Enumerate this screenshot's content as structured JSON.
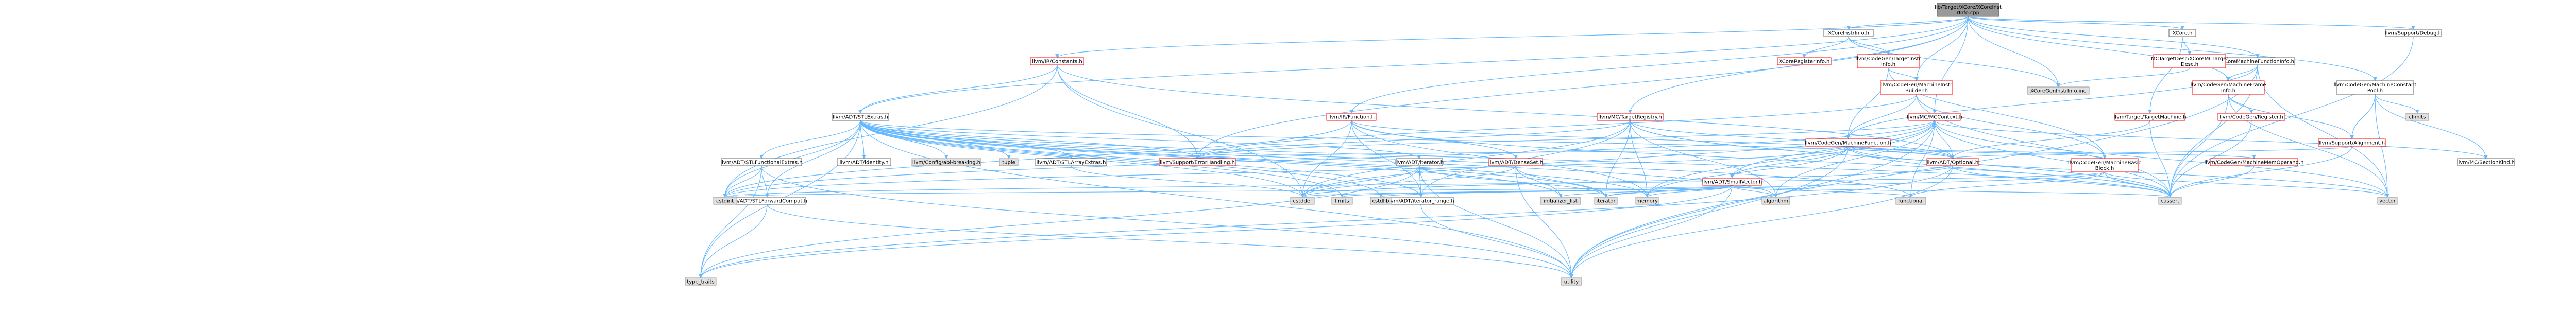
{
  "graph": {
    "colors": {
      "edge": "#63b8ff",
      "focus": "#999999",
      "system": "#e0e0e0",
      "header_border": "#666666",
      "incomplete_border": "#ff0000"
    },
    "nodes": {
      "root": {
        "lines": [
          "lib/Target/XCore/XCoreInst",
          "rInfo.cpp"
        ],
        "kind": "focus"
      },
      "xcoreinstrinfo_h": {
        "lines": [
          "XCoreInstrInfo.h"
        ],
        "kind": "hdr"
      },
      "xcore_h": {
        "lines": [
          "XCore.h"
        ],
        "kind": "hdr"
      },
      "xcoremfi_h": {
        "lines": [
          "XCoreMachineFunctionInfo.h"
        ],
        "kind": "hdr"
      },
      "debug_h": {
        "lines": [
          "llvm/Support/Debug.h"
        ],
        "kind": "hdr"
      },
      "xcoreregisterinfo_h": {
        "lines": [
          "XCoreRegisterInfo.h"
        ],
        "kind": "red"
      },
      "targetinstrinfo_h": {
        "lines": [
          "llvm/CodeGen/TargetInstr",
          "Info.h"
        ],
        "kind": "red"
      },
      "xcoretargetdesc_h": {
        "lines": [
          "MCTargetDesc/XCoreMCTarget",
          "Desc.h"
        ],
        "kind": "red"
      },
      "xcoregeninstrinfo_inc": {
        "lines": [
          "XCoreGenInstrInfo.inc"
        ],
        "kind": "sys"
      },
      "machineframeinfo_h": {
        "lines": [
          "llvm/CodeGen/MachineFrame",
          "Info.h"
        ],
        "kind": "red"
      },
      "machineconstantpool_h": {
        "lines": [
          "llvm/CodeGen/MachineConstant",
          "Pool.h"
        ],
        "kind": "hdr"
      },
      "ir_constants_h": {
        "lines": [
          "llvm/IR/Constants.h"
        ],
        "kind": "red"
      },
      "machineinstrbuilder_h": {
        "lines": [
          "llvm/CodeGen/MachineInstr",
          "Builder.h"
        ],
        "kind": "red"
      },
      "targetmachine_h": {
        "lines": [
          "llvm/Target/TargetMachine.h"
        ],
        "kind": "red"
      },
      "codegen_register_h": {
        "lines": [
          "llvm/CodeGen/Register.h"
        ],
        "kind": "red"
      },
      "climits": {
        "lines": [
          "climits"
        ],
        "kind": "sys"
      },
      "mc_mccontext_h": {
        "lines": [
          "llvm/MC/MCContext.h"
        ],
        "kind": "red"
      },
      "stlextras_h": {
        "lines": [
          "llvm/ADT/STLExtras.h"
        ],
        "kind": "hdr"
      },
      "ir_function_h": {
        "lines": [
          "llvm/IR/Function.h"
        ],
        "kind": "red"
      },
      "mc_targetregistry_h": {
        "lines": [
          "llvm/MC/TargetRegistry.h"
        ],
        "kind": "red"
      },
      "machinefunction_h": {
        "lines": [
          "llvm/CodeGen/MachineFunction.h"
        ],
        "kind": "red"
      },
      "support_alignment_h": {
        "lines": [
          "llvm/Support/Alignment.h"
        ],
        "kind": "red"
      },
      "mc_sectionkind_h": {
        "lines": [
          "llvm/MC/SectionKind.h"
        ],
        "kind": "hdr"
      },
      "stlfunctionalextras_h": {
        "lines": [
          "llvm/ADT/STLFunctionalExtras.h"
        ],
        "kind": "hdr"
      },
      "identity_h": {
        "lines": [
          "llvm/ADT/identity.h"
        ],
        "kind": "hdr"
      },
      "abi_breaking_h": {
        "lines": [
          "llvm/Config/abi-breaking.h"
        ],
        "kind": "sys"
      },
      "tuple": {
        "lines": [
          "tuple"
        ],
        "kind": "sys"
      },
      "stlarrayextras_h": {
        "lines": [
          "llvm/ADT/STLArrayExtras.h"
        ],
        "kind": "hdr"
      },
      "errorhandling_h": {
        "lines": [
          "llvm/Support/ErrorHandling.h"
        ],
        "kind": "red"
      },
      "iterator_h": {
        "lines": [
          "llvm/ADT/iterator.h"
        ],
        "kind": "hdr"
      },
      "densemap_h": {
        "lines": [
          "llvm/ADT/DenseSet.h"
        ],
        "kind": "red"
      },
      "smallvector_h": {
        "lines": [
          "llvm/ADT/SmallVector.h"
        ],
        "kind": "red"
      },
      "optional_h": {
        "lines": [
          "llvm/ADT/Optional.h"
        ],
        "kind": "red"
      },
      "machinebasicblock_h": {
        "lines": [
          "llvm/CodeGen/MachineBasic",
          "Block.h"
        ],
        "kind": "red"
      },
      "machinememoperand_h": {
        "lines": [
          "llvm/CodeGen/MachineMemOperand.h"
        ],
        "kind": "red"
      },
      "stlforwardcompat_h": {
        "lines": [
          "llvm/ADT/STLForwardCompat.h"
        ],
        "kind": "hdr"
      },
      "iterator_range_h": {
        "lines": [
          "llvm/ADT/iterator_range.h"
        ],
        "kind": "hdr"
      },
      "cstddef": {
        "lines": [
          "cstddef"
        ],
        "kind": "sys"
      },
      "limits": {
        "lines": [
          "limits"
        ],
        "kind": "sys"
      },
      "cstdlib": {
        "lines": [
          "cstdlib"
        ],
        "kind": "sys"
      },
      "initializer_list": {
        "lines": [
          "initializer_list"
        ],
        "kind": "sys"
      },
      "iterator": {
        "lines": [
          "iterator"
        ],
        "kind": "sys"
      },
      "memory": {
        "lines": [
          "memory"
        ],
        "kind": "sys"
      },
      "algorithm": {
        "lines": [
          "algorithm"
        ],
        "kind": "sys"
      },
      "functional": {
        "lines": [
          "functional"
        ],
        "kind": "sys"
      },
      "cassert": {
        "lines": [
          "cassert"
        ],
        "kind": "sys"
      },
      "vector": {
        "lines": [
          "vector"
        ],
        "kind": "sys"
      },
      "cstdint": {
        "lines": [
          "cstdint"
        ],
        "kind": "sys"
      },
      "type_traits": {
        "lines": [
          "type_traits"
        ],
        "kind": "sys"
      },
      "utility": {
        "lines": [
          "utility"
        ],
        "kind": "sys"
      }
    },
    "edges": [
      [
        "root",
        "xcoreinstrinfo_h"
      ],
      [
        "root",
        "xcore_h"
      ],
      [
        "root",
        "xcoremfi_h"
      ],
      [
        "root",
        "debug_h"
      ],
      [
        "root",
        "stlextras_h"
      ],
      [
        "root",
        "ir_constants_h"
      ],
      [
        "root",
        "ir_function_h"
      ],
      [
        "root",
        "machineframeinfo_h"
      ],
      [
        "root",
        "machineconstantpool_h"
      ],
      [
        "root",
        "machineinstrbuilder_h"
      ],
      [
        "root",
        "mc_mccontext_h"
      ],
      [
        "root",
        "mc_targetregistry_h"
      ],
      [
        "root",
        "errorhandling_h"
      ],
      [
        "root",
        "xcoregeninstrinfo_inc"
      ],
      [
        "xcoreinstrinfo_h",
        "xcoreregisterinfo_h"
      ],
      [
        "xcoreinstrinfo_h",
        "targetinstrinfo_h"
      ],
      [
        "xcoreinstrinfo_h",
        "xcoregeninstrinfo_inc"
      ],
      [
        "xcore_h",
        "xcoretargetdesc_h"
      ],
      [
        "xcore_h",
        "targetmachine_h"
      ],
      [
        "xcoremfi_h",
        "machineframeinfo_h"
      ],
      [
        "xcoremfi_h",
        "machinefunction_h"
      ],
      [
        "xcoremfi_h",
        "cassert"
      ],
      [
        "xcoremfi_h",
        "utility"
      ],
      [
        "xcoremfi_h",
        "vector"
      ],
      [
        "xcoretargetdesc_h",
        "xcoregeninstrinfo_inc"
      ],
      [
        "machineframeinfo_h",
        "codegen_register_h"
      ],
      [
        "machineframeinfo_h",
        "support_alignment_h"
      ],
      [
        "machineframeinfo_h",
        "cassert"
      ],
      [
        "machineframeinfo_h",
        "vector"
      ],
      [
        "machineconstantpool_h",
        "mc_sectionkind_h"
      ],
      [
        "machineconstantpool_h",
        "support_alignment_h"
      ],
      [
        "machineconstantpool_h",
        "climits"
      ],
      [
        "machineconstantpool_h",
        "vector"
      ],
      [
        "targetinstrinfo_h",
        "machineinstrbuilder_h"
      ],
      [
        "targetinstrinfo_h",
        "machinebasicblock_h"
      ],
      [
        "targetinstrinfo_h",
        "machinefunction_h"
      ],
      [
        "machineinstrbuilder_h",
        "machinefunction_h"
      ],
      [
        "machineinstrbuilder_h",
        "machinebasicblock_h"
      ],
      [
        "machineinstrbuilder_h",
        "errorhandling_h"
      ],
      [
        "machineinstrbuilder_h",
        "cassert"
      ],
      [
        "ir_constants_h",
        "stlextras_h"
      ],
      [
        "ir_constants_h",
        "errorhandling_h"
      ],
      [
        "ir_constants_h",
        "cstddef"
      ],
      [
        "ir_constants_h",
        "cstdint"
      ],
      [
        "ir_constants_h",
        "optional_h"
      ],
      [
        "mc_mccontext_h",
        "smallvector_h"
      ],
      [
        "mc_mccontext_h",
        "optional_h"
      ],
      [
        "mc_mccontext_h",
        "mc_sectionkind_h"
      ],
      [
        "mc_mccontext_h",
        "cassert"
      ],
      [
        "mc_mccontext_h",
        "cstddef"
      ],
      [
        "mc_mccontext_h",
        "cstdint"
      ],
      [
        "mc_mccontext_h",
        "functional"
      ],
      [
        "mc_mccontext_h",
        "memory"
      ],
      [
        "mc_mccontext_h",
        "utility"
      ],
      [
        "mc_mccontext_h",
        "vector"
      ],
      [
        "mc_mccontext_h",
        "algorithm"
      ],
      [
        "mc_mccontext_h",
        "errorhandling_h"
      ],
      [
        "ir_function_h",
        "densemap_h"
      ],
      [
        "ir_function_h",
        "iterator_range_h"
      ],
      [
        "ir_function_h",
        "cassert"
      ],
      [
        "ir_function_h",
        "cstddef"
      ],
      [
        "ir_function_h",
        "cstdint"
      ],
      [
        "ir_function_h",
        "memory"
      ],
      [
        "ir_function_h",
        "optional_h"
      ],
      [
        "mc_targetregistry_h",
        "iterator_range_h"
      ],
      [
        "mc_targetregistry_h",
        "optional_h"
      ],
      [
        "mc_targetregistry_h",
        "errorhandling_h"
      ],
      [
        "mc_targetregistry_h",
        "algorithm"
      ],
      [
        "mc_targetregistry_h",
        "cassert"
      ],
      [
        "mc_targetregistry_h",
        "cstddef"
      ],
      [
        "mc_targetregistry_h",
        "iterator"
      ],
      [
        "mc_targetregistry_h",
        "memory"
      ],
      [
        "mc_targetregistry_h",
        "string"
      ],
      [
        "machinefunction_h",
        "smallvector_h"
      ],
      [
        "machinefunction_h",
        "optional_h"
      ],
      [
        "machinefunction_h",
        "machinebasicblock_h"
      ],
      [
        "machinefunction_h",
        "machinememoperand_h"
      ],
      [
        "machinefunction_h",
        "errorhandling_h"
      ],
      [
        "machinefunction_h",
        "cassert"
      ],
      [
        "machinefunction_h",
        "cstdint"
      ],
      [
        "machinefunction_h",
        "memory"
      ],
      [
        "machinefunction_h",
        "utility"
      ],
      [
        "machinefunction_h",
        "vector"
      ],
      [
        "support_alignment_h",
        "cassert"
      ],
      [
        "support_alignment_h",
        "optional_h"
      ],
      [
        "stlextras_h",
        "stlfunctionalextras_h"
      ],
      [
        "stlextras_h",
        "identity_h"
      ],
      [
        "stlextras_h",
        "abi_breaking_h"
      ],
      [
        "stlextras_h",
        "tuple"
      ],
      [
        "stlextras_h",
        "stlarrayextras_h"
      ],
      [
        "stlextras_h",
        "errorhandling_h"
      ],
      [
        "stlextras_h",
        "iterator_h"
      ],
      [
        "stlextras_h",
        "stlforwardcompat_h"
      ],
      [
        "stlextras_h",
        "iterator_range_h"
      ],
      [
        "stlextras_h",
        "cstddef"
      ],
      [
        "stlextras_h",
        "limits"
      ],
      [
        "stlextras_h",
        "cstdlib"
      ],
      [
        "stlextras_h",
        "initializer_list"
      ],
      [
        "stlextras_h",
        "iterator"
      ],
      [
        "stlextras_h",
        "memory"
      ],
      [
        "stlextras_h",
        "algorithm"
      ],
      [
        "stlextras_h",
        "functional"
      ],
      [
        "stlextras_h",
        "cassert"
      ],
      [
        "stlextras_h",
        "cstdint"
      ],
      [
        "stlextras_h",
        "type_traits"
      ],
      [
        "stlextras_h",
        "utility"
      ],
      [
        "stlextras_h",
        "optional_h"
      ],
      [
        "stlfunctionalextras_h",
        "stlforwardcompat_h"
      ],
      [
        "stlfunctionalextras_h",
        "cstdint"
      ],
      [
        "stlfunctionalextras_h",
        "type_traits"
      ],
      [
        "stlfunctionalextras_h",
        "utility"
      ],
      [
        "stlforwardcompat_h",
        "type_traits"
      ],
      [
        "stlforwardcompat_h",
        "utility"
      ],
      [
        "stlarrayextras_h",
        "cstddef"
      ],
      [
        "iterator_h",
        "iterator_range_h"
      ],
      [
        "iterator_h",
        "cstddef"
      ],
      [
        "iterator_h",
        "iterator"
      ],
      [
        "iterator_h",
        "type_traits"
      ],
      [
        "iterator_h",
        "utility"
      ],
      [
        "iterator_range_h",
        "utility"
      ],
      [
        "densemap_h",
        "initializer_list"
      ],
      [
        "densemap_h",
        "iterator"
      ],
      [
        "densemap_h",
        "cstddef"
      ],
      [
        "densemap_h",
        "utility"
      ],
      [
        "smallvector_h",
        "algorithm"
      ],
      [
        "smallvector_h",
        "cassert"
      ],
      [
        "smallvector_h",
        "cstddef"
      ],
      [
        "smallvector_h",
        "cstdlib"
      ],
      [
        "smallvector_h",
        "cstdint"
      ],
      [
        "smallvector_h",
        "functional"
      ],
      [
        "smallvector_h",
        "initializer_list"
      ],
      [
        "smallvector_h",
        "iterator"
      ],
      [
        "smallvector_h",
        "limits"
      ],
      [
        "smallvector_h",
        "memory"
      ],
      [
        "smallvector_h",
        "type_traits"
      ],
      [
        "smallvector_h",
        "utility"
      ],
      [
        "optional_h",
        "cassert"
      ],
      [
        "optional_h",
        "cstddef"
      ],
      [
        "optional_h",
        "new"
      ],
      [
        "optional_h",
        "type_traits"
      ],
      [
        "optional_h",
        "utility"
      ],
      [
        "machinebasicblock_h",
        "cassert"
      ],
      [
        "machinebasicblock_h",
        "cstdint"
      ],
      [
        "machinebasicblock_h",
        "functional"
      ],
      [
        "machinebasicblock_h",
        "iterator"
      ],
      [
        "machinebasicblock_h",
        "string"
      ],
      [
        "machinebasicblock_h",
        "vector"
      ],
      [
        "machinememoperand_h",
        "cassert"
      ],
      [
        "targetmachine_h",
        "optional_h"
      ],
      [
        "targetmachine_h",
        "string"
      ],
      [
        "codegen_register_h",
        "cassert"
      ],
      [
        "debug_h",
        "cassert"
      ]
    ]
  }
}
